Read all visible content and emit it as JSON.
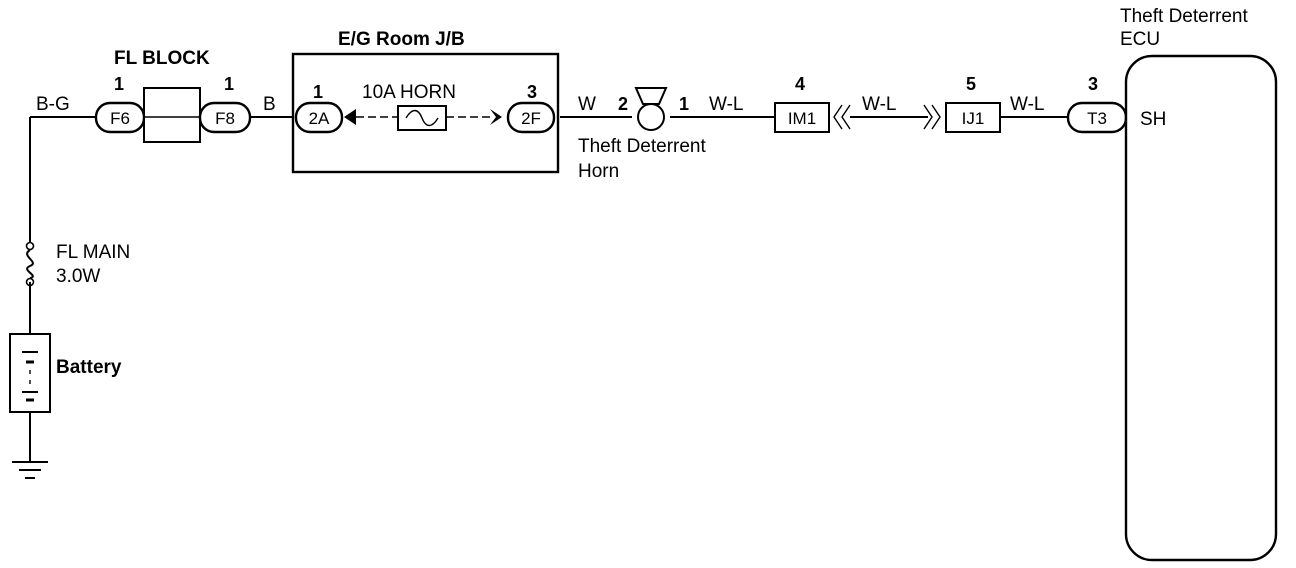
{
  "components": {
    "fl_block": {
      "title": "FL BLOCK",
      "pin_left": "1",
      "pin_right": "1"
    },
    "jb": {
      "title": "E/G Room J/B",
      "pin_in": "1",
      "fuse_label": "10A HORN",
      "pin_out": "3"
    },
    "horn": {
      "label_line1": "Theft Deterrent",
      "label_line2": "Horn",
      "pin_in": "2",
      "pin_out": "1"
    },
    "ecu": {
      "label_line1": "Theft Deterrent",
      "label_line2": "ECU",
      "terminal": "SH",
      "pin": "3"
    },
    "fl_main": {
      "label_line1": "FL MAIN",
      "label_line2": "3.0W"
    },
    "battery": {
      "label": "Battery"
    }
  },
  "connectors": {
    "f6": "F6",
    "f8": "F8",
    "a2": "2A",
    "f2": "2F",
    "im1": {
      "name": "IM1",
      "pin": "4"
    },
    "ij1": {
      "name": "IJ1",
      "pin": "5"
    },
    "t3": "T3"
  },
  "wires": {
    "bg": "B-G",
    "b": "B",
    "w": "W",
    "wl1": "W-L",
    "wl2": "W-L",
    "wl3": "W-L"
  }
}
